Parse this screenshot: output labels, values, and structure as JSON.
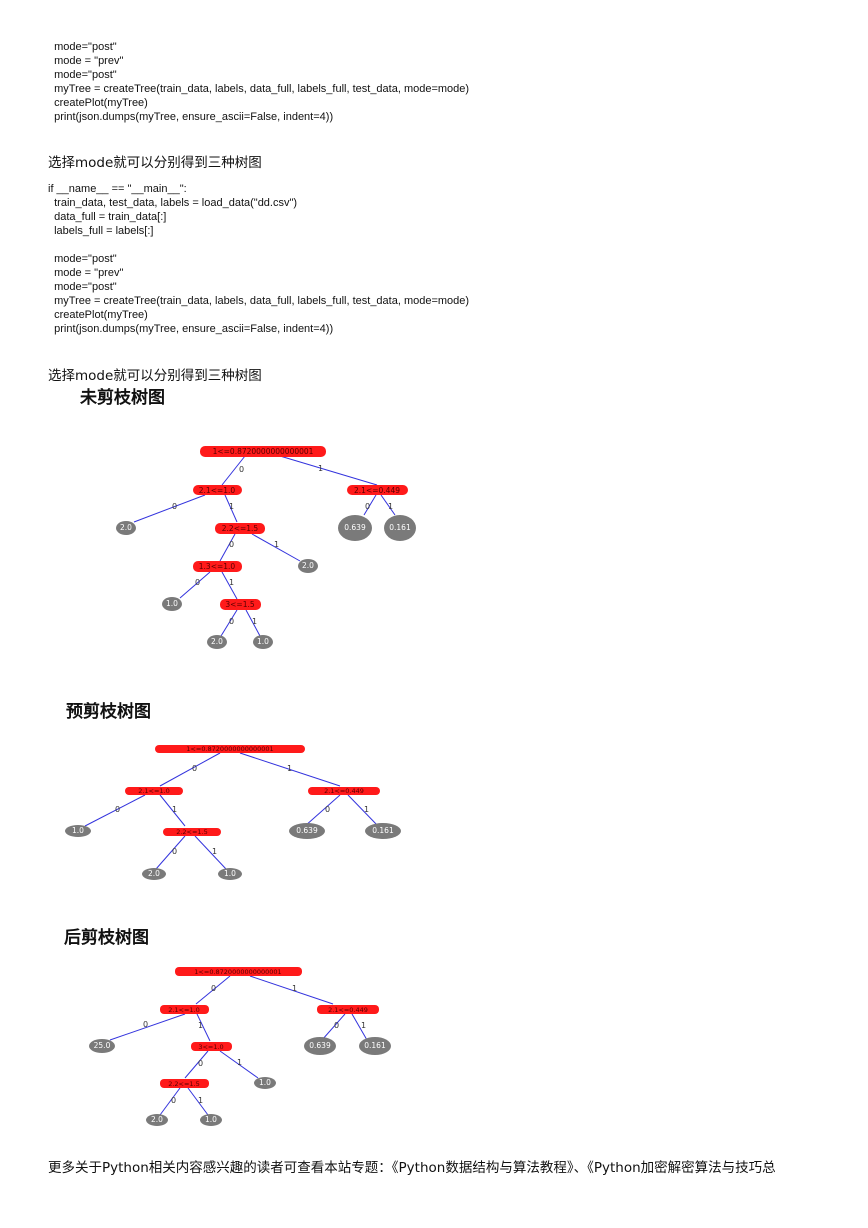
{
  "code_block_1": [
    "  mode=\"post\"",
    "  mode = \"prev\"",
    "  mode=\"post\"",
    "  myTree = createTree(train_data, labels, data_full, labels_full, test_data, mode=mode)",
    "  createPlot(myTree)",
    "  print(json.dumps(myTree, ensure_ascii=False, indent=4))"
  ],
  "paragraph_1": "选择mode就可以分别得到三种树图",
  "code_block_2": [
    "if __name__ == \"__main__\":",
    "  train_data, test_data, labels = load_data(\"dd.csv\")",
    "  data_full = train_data[:]",
    "  labels_full = labels[:]",
    "",
    "  mode=\"post\"",
    "  mode = \"prev\"",
    "  mode=\"post\"",
    "  myTree = createTree(train_data, labels, data_full, labels_full, test_data, mode=mode)",
    "  createPlot(myTree)",
    "  print(json.dumps(myTree, ensure_ascii=False, indent=4))"
  ],
  "paragraph_2": "选择mode就可以分别得到三种树图",
  "tree_titles": {
    "unpruned": "未剪枝树图",
    "prepruned": "预剪枝树图",
    "postpruned": "后剪枝树图"
  },
  "trees": {
    "unpruned": {
      "nodes": [
        "1<=0.8720000000000001",
        "2.1<=1.0",
        "2.1<=0.449",
        "2.2<=1.5",
        "1.3<=1.0",
        "3<=1.5"
      ],
      "leaves": [
        "2.0",
        "0.639",
        "0.161",
        "2.0",
        "1.0",
        "2.0",
        "1.0"
      ],
      "edges": [
        "0",
        "1",
        "0",
        "1",
        "0",
        "1",
        "0",
        "1",
        "0",
        "1",
        "0",
        "1"
      ]
    },
    "prepruned": {
      "nodes": [
        "1<=0.8720000000000001",
        "2.1<=1.0",
        "2.1<=0.449",
        "2.2<=1.5"
      ],
      "leaves": [
        "1.0",
        "0.639",
        "0.161",
        "2.0",
        "1.0"
      ],
      "edges": [
        "0",
        "1",
        "0",
        "1",
        "0",
        "1",
        "0",
        "1"
      ]
    },
    "postpruned": {
      "nodes": [
        "1<=0.8720000000000001",
        "2.1<=1.0",
        "2.1<=0.449",
        "3<=1.0",
        "2.2<=1.5"
      ],
      "leaves": [
        "25.0",
        "0.639",
        "0.161",
        "1.0",
        "2.0",
        "1.0"
      ],
      "edges": [
        "0",
        "1",
        "0",
        "1",
        "0",
        "1",
        "0",
        "1",
        "0",
        "1"
      ]
    }
  },
  "footer_text": "更多关于Python相关内容感兴趣的读者可查看本站专题：《Python数据结构与算法教程》、《Python加密解密算法与技巧总"
}
